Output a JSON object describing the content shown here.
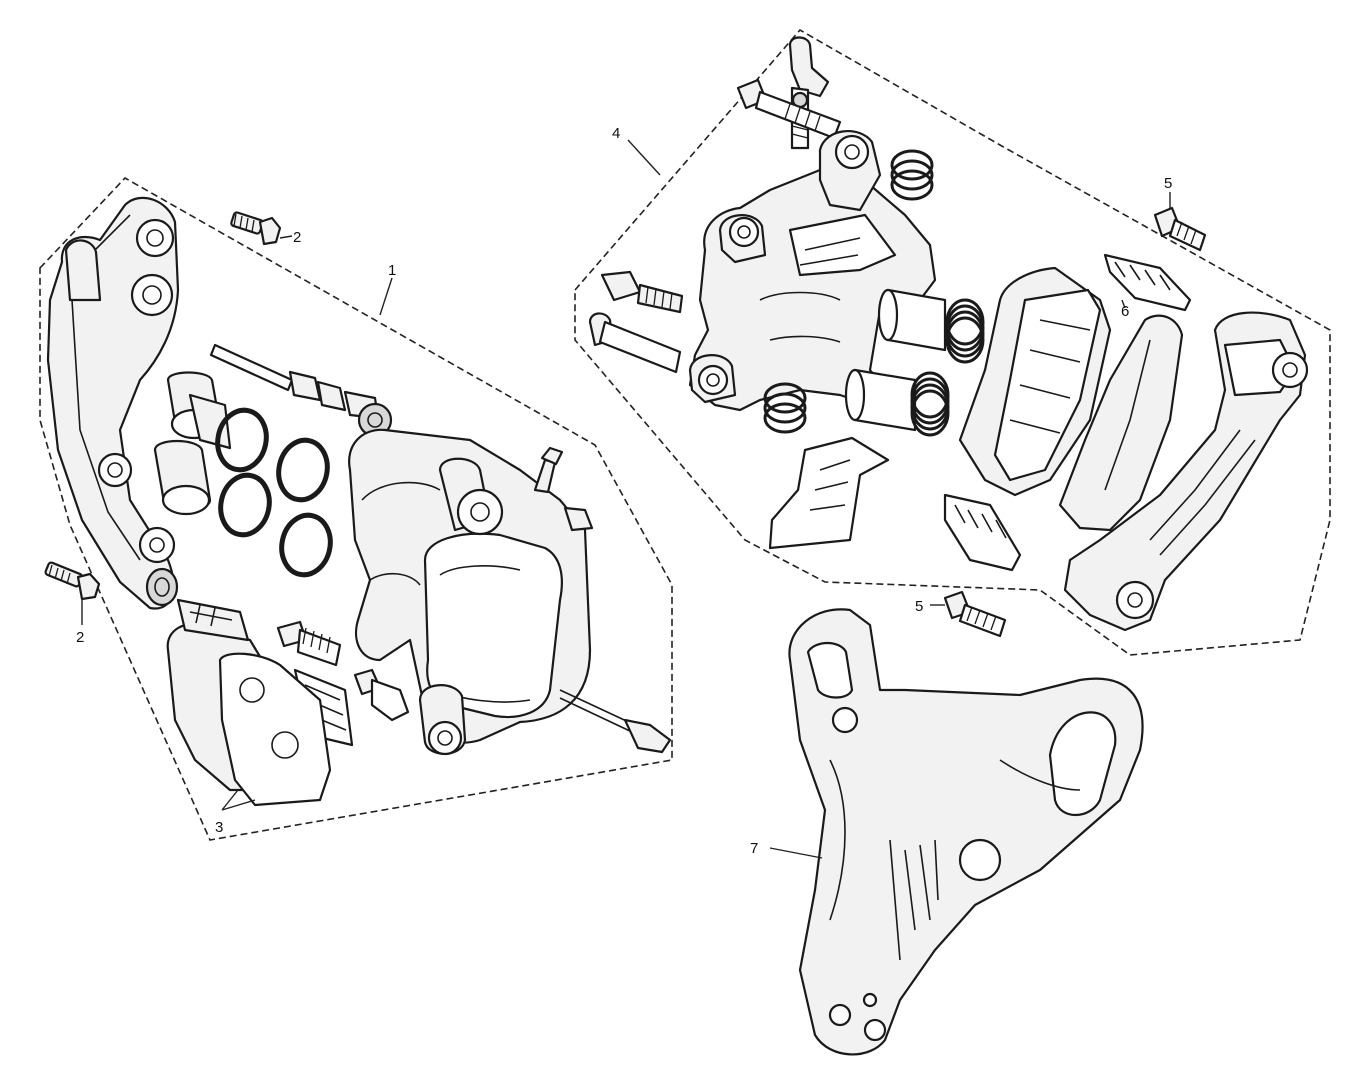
{
  "callouts": {
    "c1": "1",
    "c2a": "2",
    "c2b": "2",
    "c3": "3",
    "c4": "4",
    "c5a": "5",
    "c5b": "5",
    "c6": "6",
    "c7": "7"
  },
  "colors": {
    "line": "#1a1a1a",
    "fill_light": "#f2f2f2",
    "fill_shade": "#d8d8d8",
    "background": "#ffffff"
  }
}
